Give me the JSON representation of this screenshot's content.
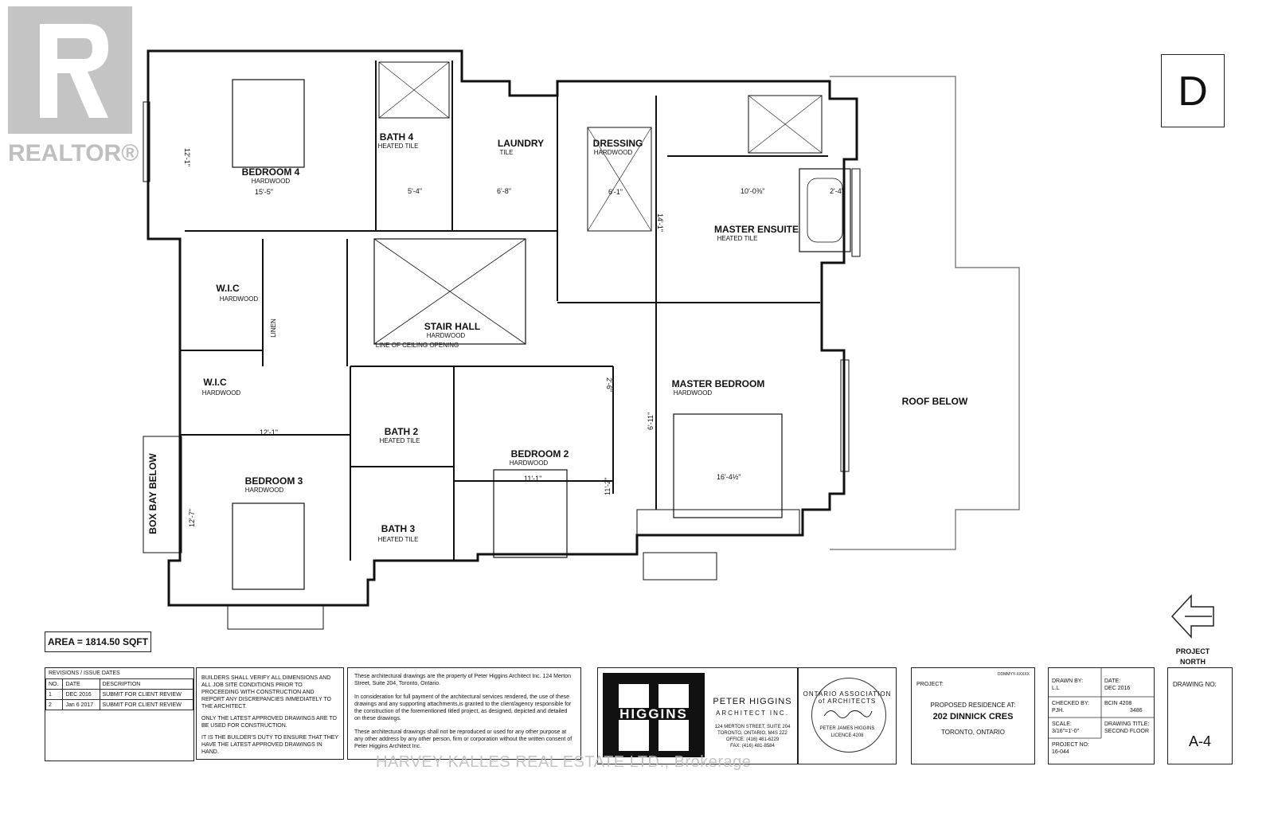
{
  "logo": {
    "text": "REALTOR®"
  },
  "sheet_letter": "D",
  "rooms": [
    {
      "name": "BEDROOM 4",
      "finish": "HARDWOOD",
      "dim": "15'-5\""
    },
    {
      "name": "BATH 4",
      "finish": "HEATED TILE",
      "dim": "5'-4\""
    },
    {
      "name": "LAUNDRY",
      "finish": "TILE",
      "dim": "6'-8\""
    },
    {
      "name": "DRESSING",
      "finish": "HARDWOOD",
      "dim": "6'-1\""
    },
    {
      "name": "MASTER ENSUITE",
      "finish": "HEATED TILE",
      "dim": "10'-0⅜\""
    },
    {
      "name": "W.I.C",
      "finish": "HARDWOOD",
      "dim": ""
    },
    {
      "name": "LINEN",
      "finish": "",
      "dim": ""
    },
    {
      "name": "STAIR HALL",
      "finish": "HARDWOOD",
      "dim": ""
    },
    {
      "name": "MASTER BEDROOM",
      "finish": "HARDWOOD",
      "dim": "16'-4½\""
    },
    {
      "name": "W.I.C",
      "finish": "HARDWOOD",
      "dim": "12'-1\""
    },
    {
      "name": "BATH 2",
      "finish": "HEATED TILE",
      "dim": ""
    },
    {
      "name": "BEDROOM 2",
      "finish": "HARDWOOD",
      "dim": "11'-1\""
    },
    {
      "name": "BEDROOM 3",
      "finish": "HARDWOOD",
      "dim": "12'-7\""
    },
    {
      "name": "BATH 3",
      "finish": "HEATED TILE",
      "dim": ""
    }
  ],
  "annotations": {
    "roof_below": "ROOF BELOW",
    "box_bay_below": "BOX BAY BELOW",
    "ceiling_opening": "LINE OF CEILING OPENING",
    "bedroom4_vert_dim": "12'-1\"",
    "master_ensuite_small_dim": "2'-4\"",
    "dressing_vert_dim": "14'-1\"",
    "master_bed_vert_dim": "6'-11\"",
    "bedroom2_vert_dim": "11'-2\"",
    "wic2_small_dim": "2'-6\""
  },
  "area_label": "AREA = 1814.50 SQFT",
  "north": {
    "line1": "PROJECT",
    "line2": "NORTH"
  },
  "revisions": {
    "title": "REVISIONS / ISSUE DATES",
    "headers": [
      "NO.",
      "DATE",
      "DESCRIPTION"
    ],
    "rows": [
      [
        "1",
        "DEC 2016",
        "SUBMIT FOR CLIENT REVIEW"
      ],
      [
        "2",
        "Jan 6 2017",
        "SUBMIT FOR CLIENT REVIEW"
      ]
    ]
  },
  "notes": [
    "BUILDERS SHALL VERIFY ALL DIMENSIONS AND ALL JOB SITE CONDITIONS PRIOR TO PROCEEDING WITH CONSTRUCTION AND REPORT ANY DISCREPANCIES IMMEDIATELY TO THE ARCHITECT.",
    "ONLY THE LATEST APPROVED DRAWINGS ARE TO BE USED FOR CONSTRUCTION.",
    "IT IS THE BUILDER'S DUTY TO ENSURE THAT THEY HAVE THE LATEST APPROVED DRAWINGS IN HAND."
  ],
  "legal": [
    "These architectural drawings are the property of Peter Higgins Architect Inc. 124 Merton Street, Suite 204, Toronto, Ontario.",
    "In consideration for full payment of the architectural services rendered, the use of these drawings and any supporting attachments,is granted to the client/agency responsible for the construction of the forementioned titled project, as designed, depicted and detailed on these drawings.",
    "These architectural drawings shall not be reproduced or used for any other purpose at any other address by any other person, firm or corporation without the written consent of Peter Higgins Architect Inc."
  ],
  "firm": {
    "logo_text": "HIGGINS",
    "name": "PETER HIGGINS",
    "sub": "ARCHITECT INC.",
    "address1": "124 MERTON STREET, SUITE 204",
    "address2": "TORONTO, ONTARIO, M4S 2Z2",
    "office": "OFFICE: (416) 481-6229",
    "fax": "FAX: (416) 481-8584"
  },
  "seal": {
    "text": "ONTARIO ASSOCIATION of ARCHITECTS",
    "name": "PETER JAMES HIGGINS",
    "licence": "LICENCE 4208"
  },
  "project": {
    "label": "PROJECT:",
    "date_stamp": "DDMMYY-XXXXX",
    "line1": "PROPOSED RESIDENCE AT:",
    "line2": "202 DINNICK CRES",
    "line3": "TORONTO, ONTARIO"
  },
  "info": {
    "drawn_by_label": "DRAWN BY:",
    "drawn_by": "L.L",
    "date_label": "DATE:",
    "date": "DEC 2016",
    "checked_label": "CHECKED BY:",
    "checked": "PJH.",
    "bcin_label": "BCIN",
    "bcin": "4208",
    "bcin2": "3486",
    "scale_label": "SCALE:",
    "scale": "3/16\"=1'-0\"",
    "title_label": "DRAWING TITLE:",
    "title": "SECOND FLOOR",
    "project_no_label": "PROJECT NO:",
    "project_no": "16-044"
  },
  "drawing_no": {
    "label": "DRAWING NO:",
    "value": "A-4"
  },
  "watermark": "HARVEY KALLES REAL ESTATE LTD., Brokerage"
}
